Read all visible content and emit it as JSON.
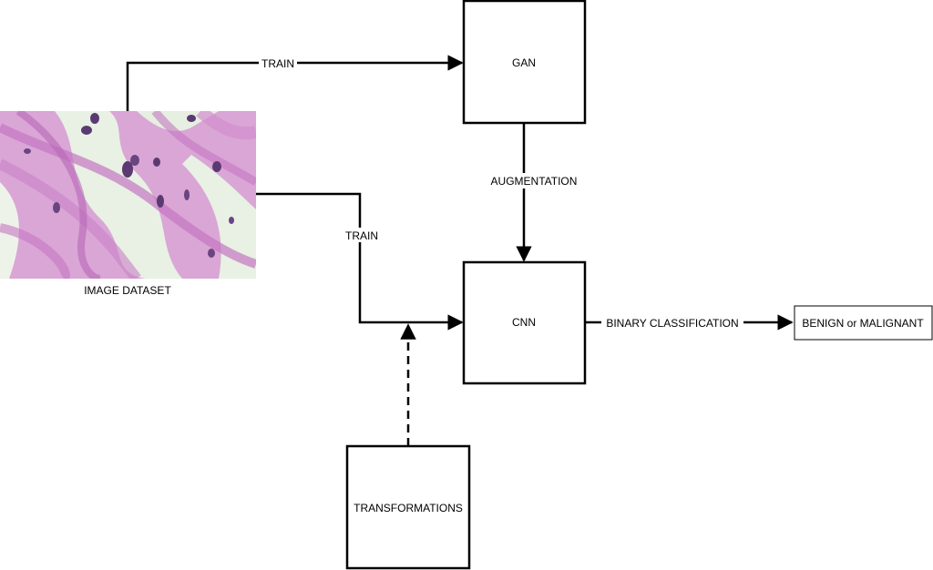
{
  "nodes": {
    "gan": {
      "label": "GAN"
    },
    "cnn": {
      "label": "CNN"
    },
    "transformations": {
      "label": "TRANSFORMATIONS"
    },
    "output": {
      "label": "BENIGN or MALIGNANT"
    },
    "dataset": {
      "label": "IMAGE DATASET",
      "image": "histology-tissue-image"
    }
  },
  "edges": {
    "dataset_to_gan": {
      "label": "TRAIN"
    },
    "dataset_to_cnn": {
      "label": "TRAIN"
    },
    "gan_to_cnn": {
      "label": "AUGMENTATION"
    },
    "cnn_to_output": {
      "label": "BINARY CLASSIFICATION"
    },
    "transformations_to_cnn": {
      "label": ""
    }
  },
  "colors": {
    "stroke": "#000000",
    "tissue_base": "#d9a6d6",
    "tissue_light": "#e8f1e4",
    "tissue_fiber": "#c576c2",
    "nuclei": "#5b3a72"
  }
}
